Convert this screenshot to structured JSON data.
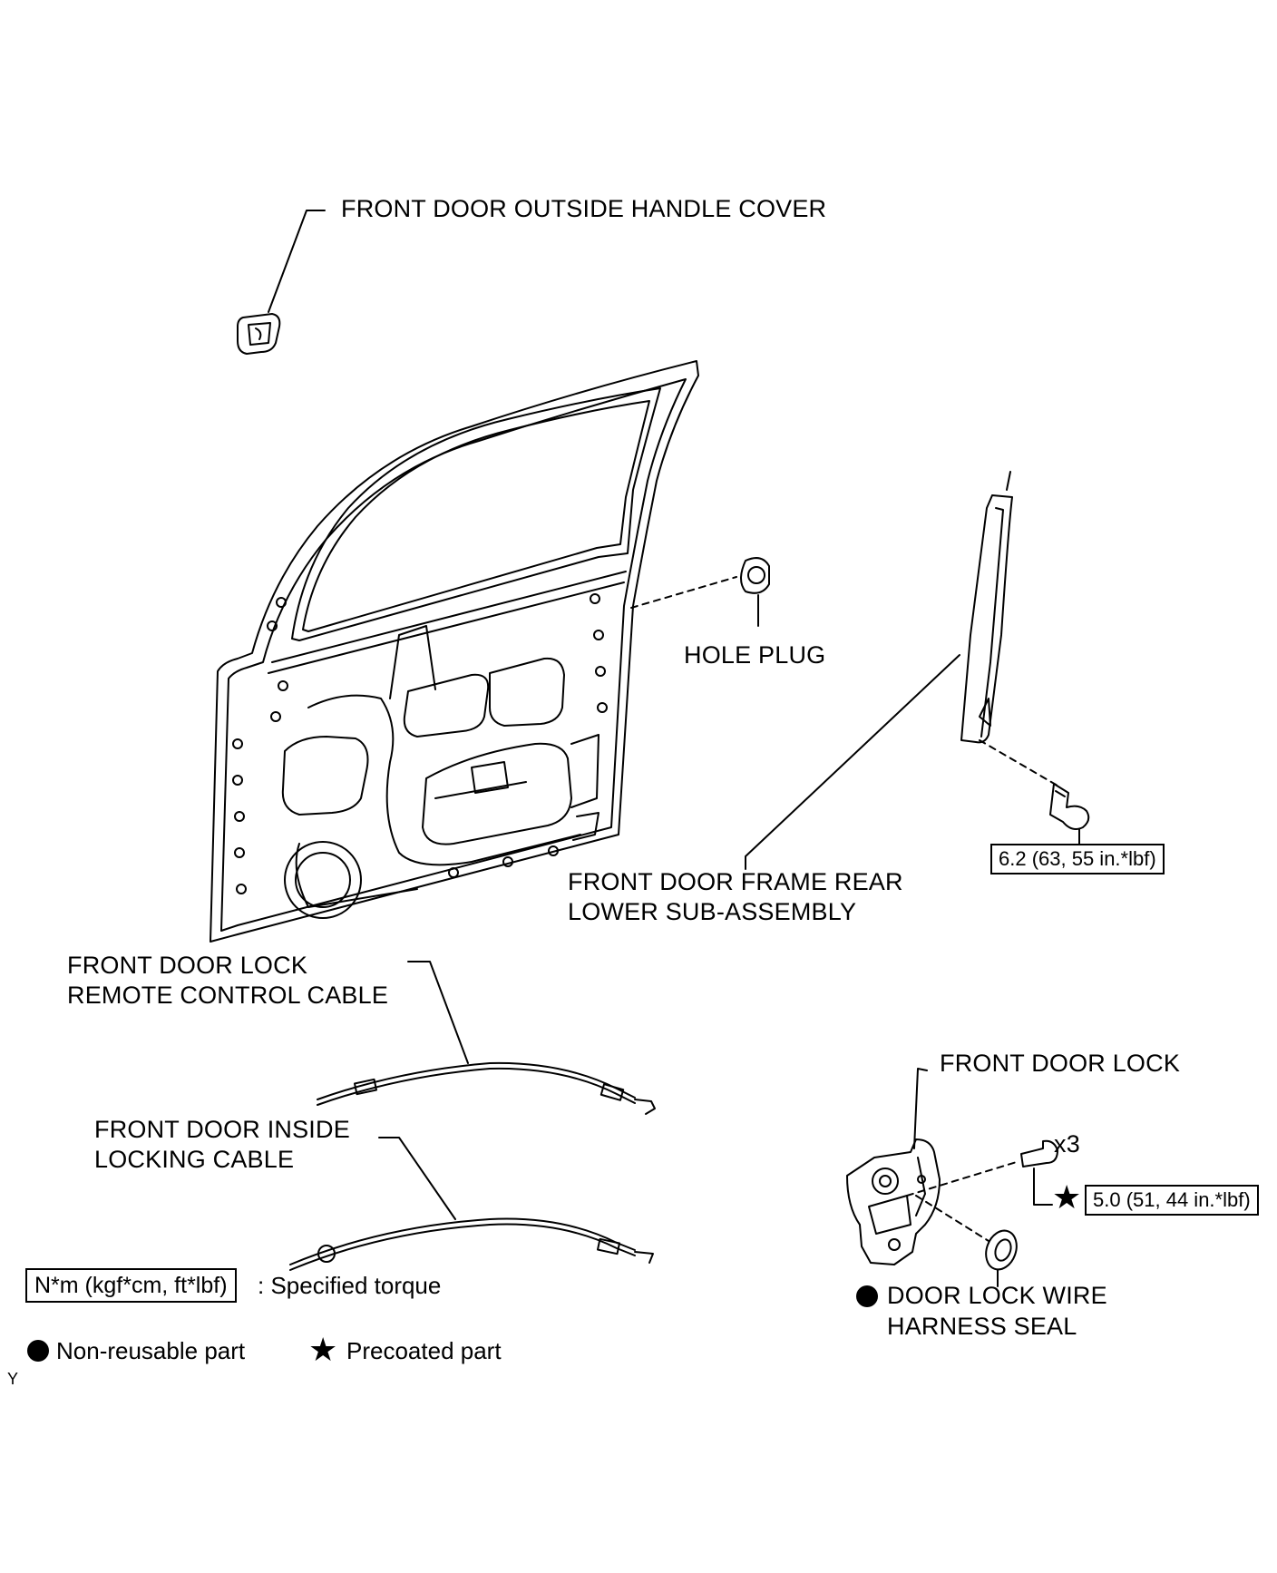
{
  "labels": {
    "handle_cover": "FRONT DOOR OUTSIDE HANDLE COVER",
    "hole_plug": "HOLE PLUG",
    "frame_rear_line1": "FRONT DOOR FRAME REAR",
    "frame_rear_line2": "LOWER SUB-ASSEMBLY",
    "remote_cable_line1": "FRONT DOOR LOCK",
    "remote_cable_line2": "REMOTE CONTROL CABLE",
    "inside_cable_line1": "FRONT DOOR INSIDE",
    "inside_cable_line2": "LOCKING CABLE",
    "door_lock": "FRONT DOOR LOCK",
    "seal_line1": "DOOR LOCK WIRE",
    "seal_line2": "HARNESS SEAL",
    "quantity": "x3"
  },
  "torques": {
    "frame_bolt": "6.2 (63, 55 in.*lbf)",
    "lock_screw": "5.0 (51, 44 in.*lbf)"
  },
  "legend": {
    "torque_unit": "N*m (kgf*cm, ft*lbf)",
    "torque_desc": ": Specified torque",
    "non_reusable": "Non-reusable part",
    "precoated": "Precoated part",
    "star_glyph": "★"
  },
  "corner_mark": "Y"
}
